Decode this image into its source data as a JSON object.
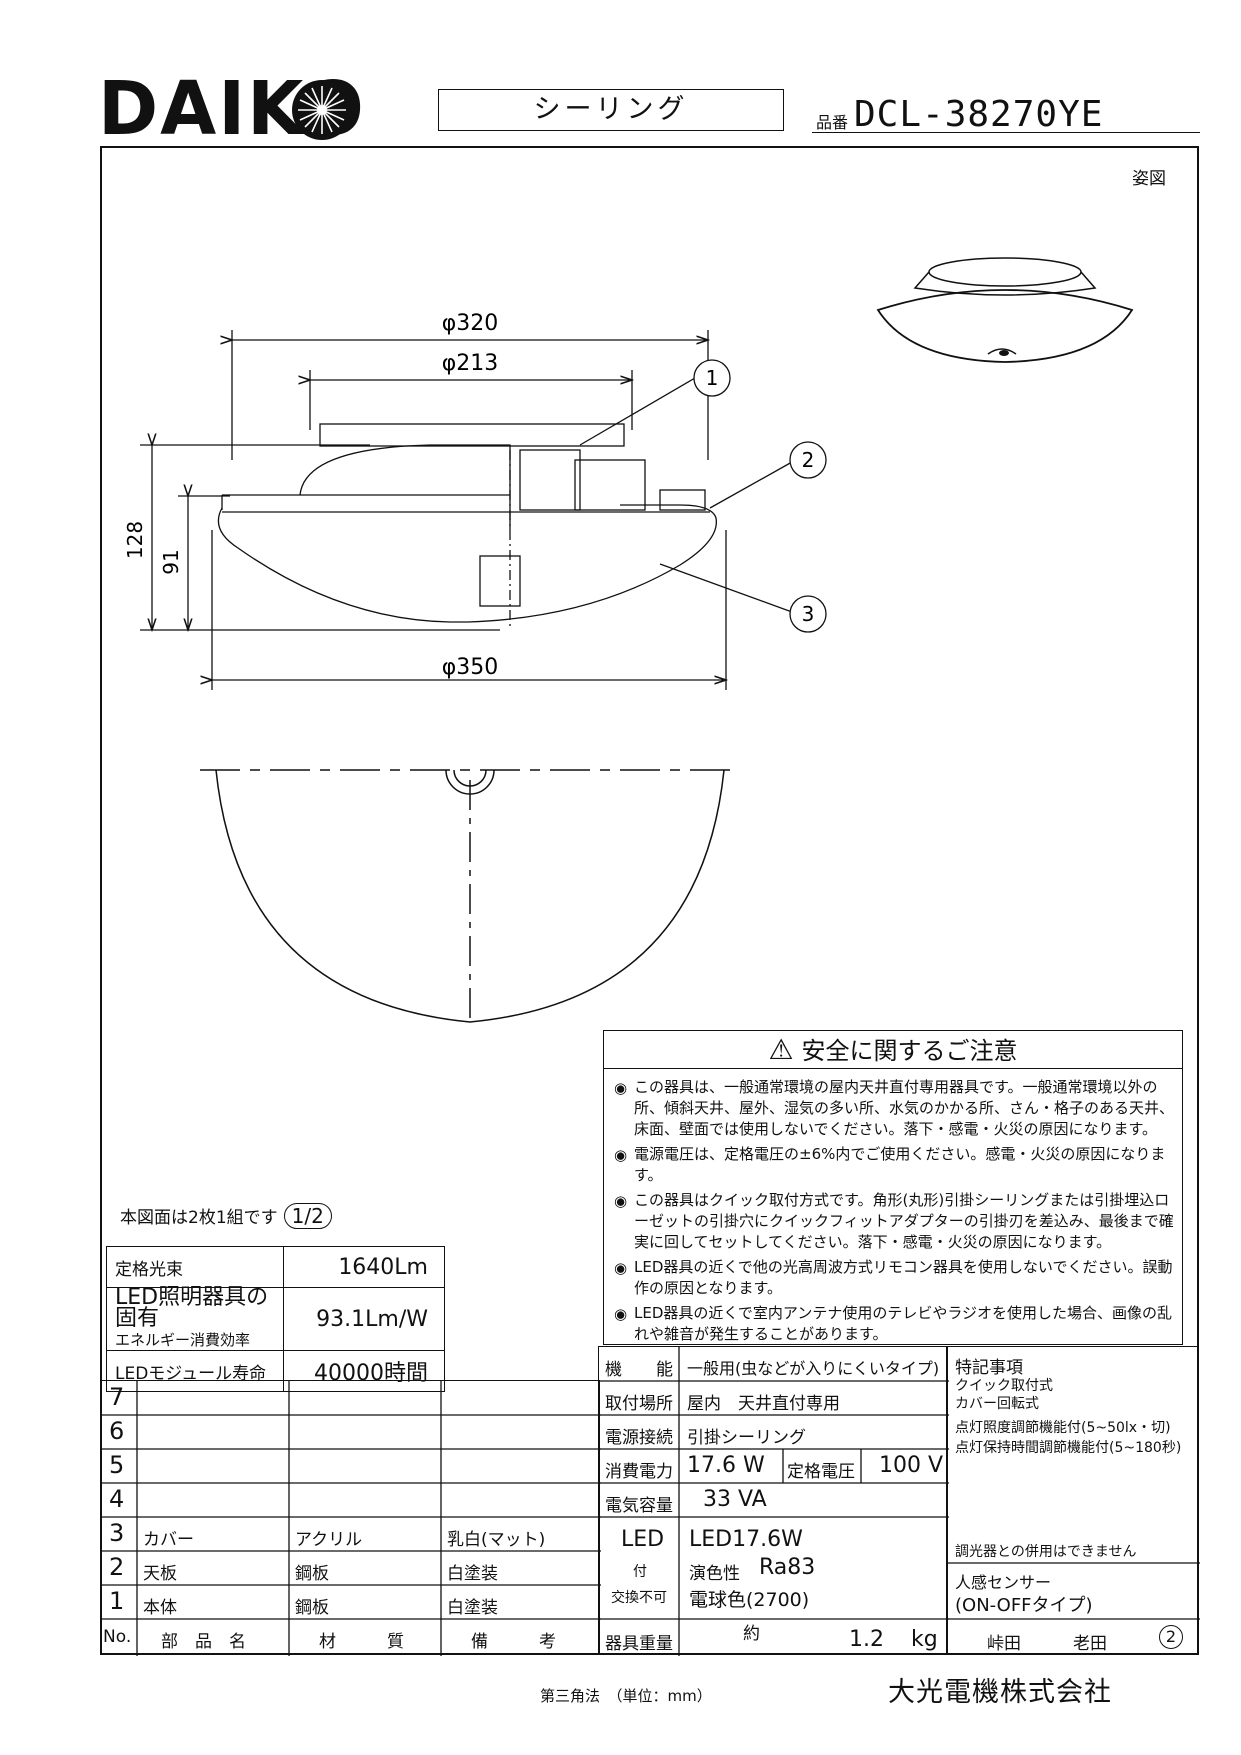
{
  "brand": "DAIKO",
  "category": "シーリング",
  "part_number_label": "品番",
  "part_number": "DCL-38270YE",
  "view_label": "姿図",
  "drawing": {
    "dims": [
      "φ320",
      "φ213",
      "φ350",
      "128",
      "91"
    ],
    "callouts": [
      "1",
      "2",
      "3"
    ]
  },
  "safety": {
    "title": "安全に関するご注意",
    "bullet": "◉",
    "items": [
      "この器具は、一般通常環境の屋内天井直付専用器具です。一般通常環境以外の所、傾斜天井、屋外、湿気の多い所、水気のかかる所、さん・格子のある天井、床面、壁面では使用しないでください。落下・感電・火災の原因になります。",
      "電源電圧は、定格電圧の±6%内でご使用ください。感電・火災の原因になります。",
      "この器具はクイック取付方式です。角形(丸形)引掛シーリングまたは引掛埋込ローゼットの引掛穴にクイックフィットアダプターの引掛刃を差込み、最後まで確実に回してセットしてください。落下・感電・火災の原因になります。",
      "LED器具の近くで他の光高周波方式リモコン器具を使用しないでください。誤動作の原因となります。",
      "LED器具の近くで室内アンテナ使用のテレビやラジオを使用した場合、画像の乱れや雑音が発生することがあります。"
    ]
  },
  "sheet_note": "本図面は2枚1組です",
  "sheet_badge": "1/2",
  "spec": {
    "rated_flux_label": "定格光束",
    "rated_flux_value": "1640Lm",
    "efficiency_label_1": "LED照明器具の固有",
    "efficiency_label_2": "エネルギー消費効率",
    "efficiency_value": "93.1Lm/W",
    "life_label": "LEDモジュール寿命",
    "life_value": "40000時間"
  },
  "parts": {
    "row_numbers": [
      "7",
      "6",
      "5",
      "4",
      "3",
      "2",
      "1"
    ],
    "rows": [
      {
        "name": "",
        "material": "",
        "note": ""
      },
      {
        "name": "",
        "material": "",
        "note": ""
      },
      {
        "name": "",
        "material": "",
        "note": ""
      },
      {
        "name": "",
        "material": "",
        "note": ""
      },
      {
        "name": "カバー",
        "material": "アクリル",
        "note": "乳白(マット)"
      },
      {
        "name": "天板",
        "material": "鋼板",
        "note": "白塗装"
      },
      {
        "name": "本体",
        "material": "鋼板",
        "note": "白塗装"
      }
    ],
    "header": {
      "no": "No.",
      "name": "部　品　名",
      "material": "材　　　質",
      "note": "備　　　考"
    }
  },
  "props": {
    "function_label": "機　　能",
    "function_value": "一般用(虫などが入りにくいタイプ)",
    "mount_label": "取付場所",
    "mount_value": "屋内　天井直付専用",
    "power_conn_label": "電源接続",
    "power_conn_value": "引掛シーリング",
    "consumption_label": "消費電力",
    "consumption_value": "17.6 W",
    "voltage_label": "定格電圧",
    "voltage_value": "100 V",
    "capacity_label": "電気容量",
    "capacity_value": "33 VA",
    "led_label": "LED",
    "led_sub1": "付",
    "led_sub2": "交換不可",
    "led_line1": "LED17.6W",
    "led_line2_label": "演色性",
    "led_line2_value": "Ra83",
    "led_line3": "電球色(2700)",
    "weight_label": "器具重量",
    "weight_approx": "約",
    "weight_value": "1.2",
    "weight_unit": "kg"
  },
  "special": {
    "title": "特記事項",
    "lines": [
      "クイック取付式",
      "カバー回転式",
      "点灯照度調節機能付(5~50lx・切)",
      "点灯保持時間調節機能付(5~180秒)"
    ],
    "dimmer_note": "調光器との併用はできません",
    "sensor_1": "人感センサー",
    "sensor_2": "(ON-OFFタイプ)"
  },
  "signature": {
    "name1": "峠田",
    "name2": "老田",
    "rev": "2"
  },
  "footer": {
    "projection": "第三角法　（単位：mm）",
    "company": "大光電機株式会社"
  }
}
